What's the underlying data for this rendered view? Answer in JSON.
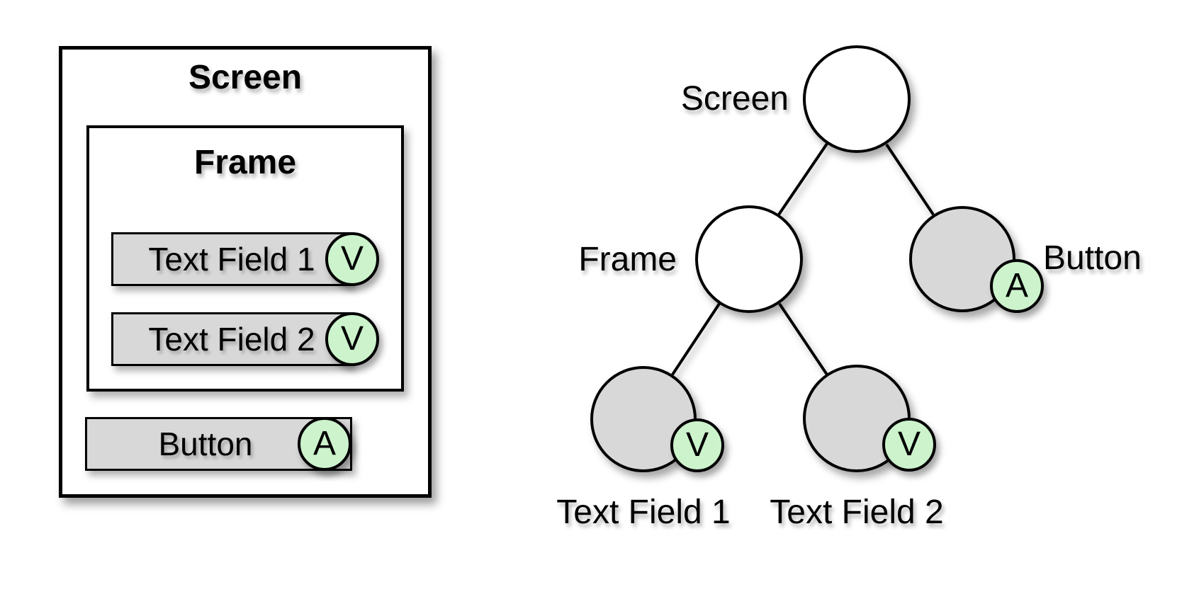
{
  "colors": {
    "node_gray": "#d8d8d8",
    "badge_green": "#ccf3cc",
    "outline": "#000000",
    "background": "#ffffff"
  },
  "mockup": {
    "screen_label": "Screen",
    "frame_label": "Frame",
    "fields": [
      {
        "label": "Text Field 1",
        "badge": "V"
      },
      {
        "label": "Text Field 2",
        "badge": "V"
      }
    ],
    "button": {
      "label": "Button",
      "badge": "A"
    }
  },
  "tree": {
    "nodes": [
      {
        "id": "screen",
        "label": "Screen",
        "fill": "white",
        "badge": ""
      },
      {
        "id": "frame",
        "label": "Frame",
        "fill": "white",
        "badge": ""
      },
      {
        "id": "button",
        "label": "Button",
        "fill": "gray",
        "badge": "A"
      },
      {
        "id": "textfield1",
        "label": "Text Field 1",
        "fill": "gray",
        "badge": "V"
      },
      {
        "id": "textfield2",
        "label": "Text Field 2",
        "fill": "gray",
        "badge": "V"
      }
    ],
    "edges": [
      [
        "screen",
        "frame"
      ],
      [
        "screen",
        "button"
      ],
      [
        "frame",
        "textfield1"
      ],
      [
        "frame",
        "textfield2"
      ]
    ]
  }
}
